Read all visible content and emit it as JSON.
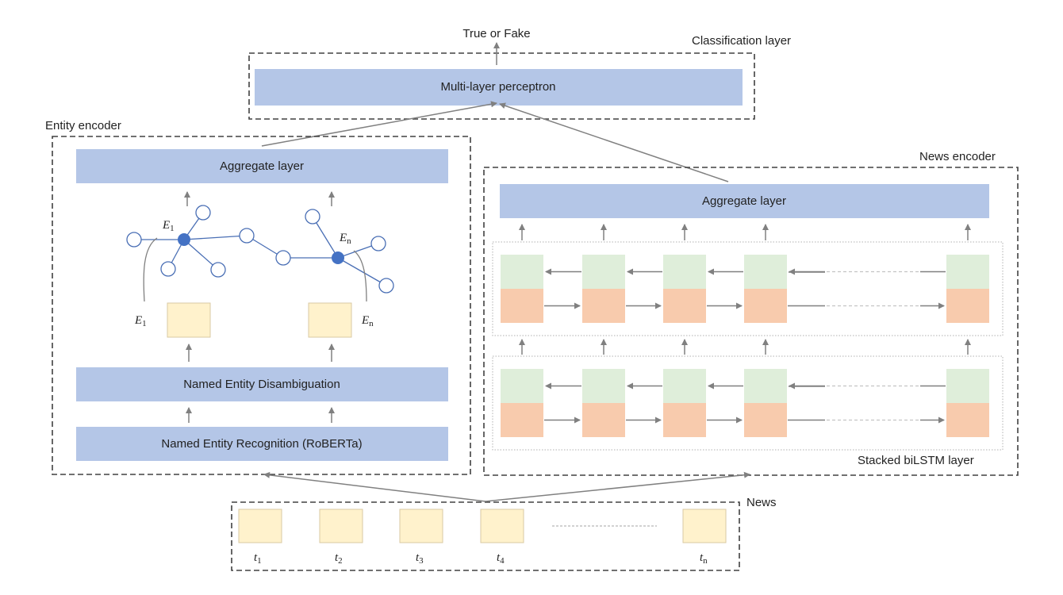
{
  "title": "",
  "colors": {
    "layer_fill": "#b4c6e7",
    "token_fill": "#fff2cc",
    "token_stroke": "#d9c9a3",
    "cell_top": "#dfeeda",
    "cell_bottom": "#f8cbad",
    "node_fill": "#4472c4",
    "node_stroke": "#4a6fb5",
    "arrow": "#808080",
    "frame": "#404040"
  },
  "classification": {
    "label": "Classification layer",
    "output": "True or Fake",
    "mlp": "Multi-layer perceptron"
  },
  "entity_encoder": {
    "label": "Entity encoder",
    "aggregate": "Aggregate layer",
    "ned": "Named Entity Disambiguation",
    "ner": "Named Entity Recognition (RoBERTa)",
    "entities": [
      {
        "base": "E",
        "sub": "1"
      },
      {
        "base": "E",
        "sub": "n"
      }
    ]
  },
  "news_encoder": {
    "label": "News encoder",
    "aggregate": "Aggregate layer",
    "bilstm_label": "Stacked biLSTM layer"
  },
  "news": {
    "label": "News",
    "tokens": [
      {
        "base": "t",
        "sub": "1"
      },
      {
        "base": "t",
        "sub": "2"
      },
      {
        "base": "t",
        "sub": "3"
      },
      {
        "base": "t",
        "sub": "4"
      },
      {
        "base": "t",
        "sub": "n"
      }
    ]
  }
}
